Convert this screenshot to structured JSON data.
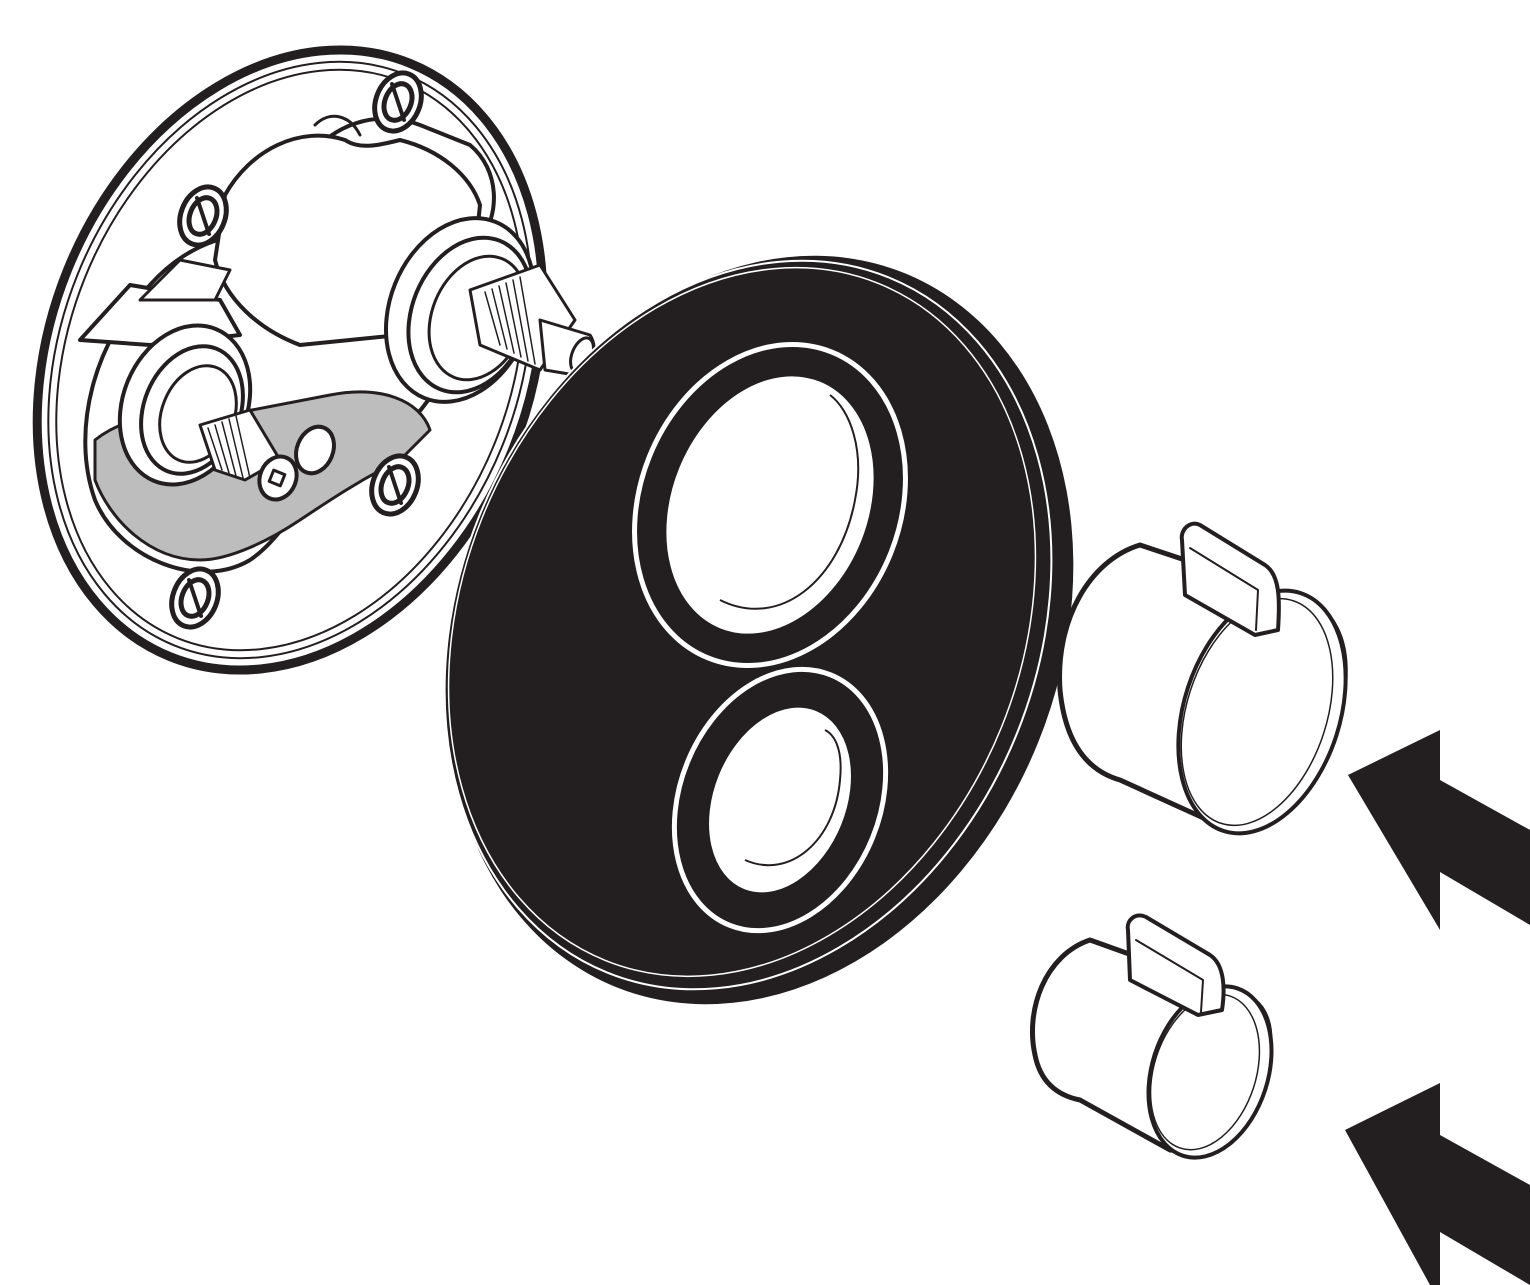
{
  "diagram": {
    "type": "exploded-assembly-line-drawing",
    "components": [
      "mounting-plate",
      "valve-cartridge-upper",
      "valve-cartridge-lower",
      "escutcheon-trim-plate",
      "handle-knob-upper",
      "handle-knob-lower",
      "direction-arrow-upper",
      "direction-arrow-lower"
    ],
    "colors": {
      "ink": "#231f20",
      "paper": "#ffffff",
      "shade": "#bdbdbd"
    }
  }
}
